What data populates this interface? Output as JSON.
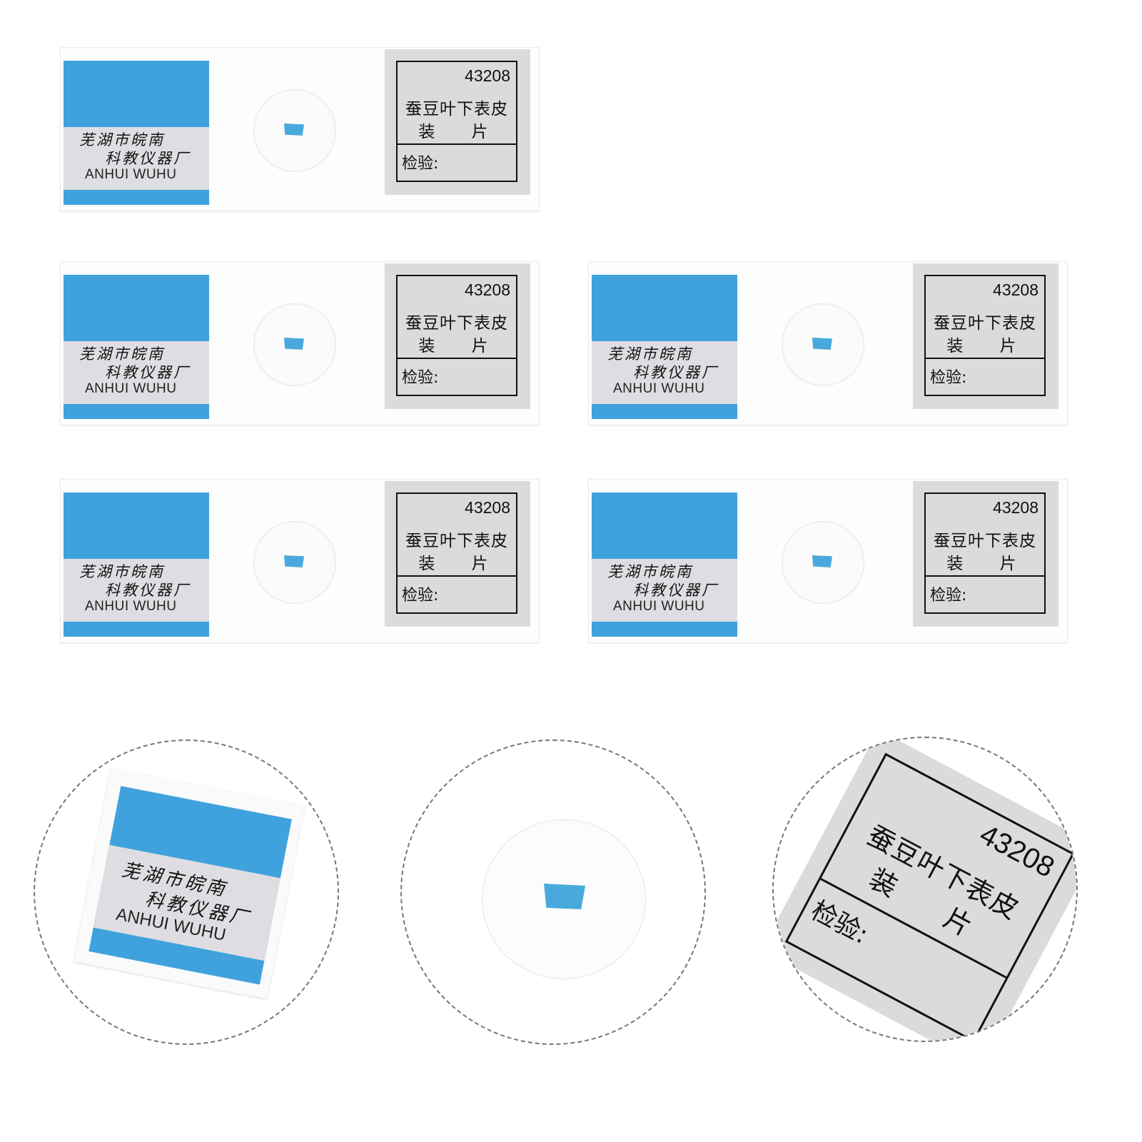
{
  "slides": [
    {
      "maker": {
        "cn_line1": "芜湖市皖南",
        "cn_line2": "科教仪器厂",
        "en": "ANHUI WUHU"
      },
      "info": {
        "code": "43208",
        "title": "蚕豆叶下表皮",
        "subtitle": "装 片",
        "check": "检验:"
      }
    },
    {
      "maker": {
        "cn_line1": "芜湖市皖南",
        "cn_line2": "科教仪器厂",
        "en": "ANHUI WUHU"
      },
      "info": {
        "code": "43208",
        "title": "蚕豆叶下表皮",
        "subtitle": "装 片",
        "check": "检验:"
      }
    },
    {
      "maker": {
        "cn_line1": "芜湖市皖南",
        "cn_line2": "科教仪器厂",
        "en": "ANHUI WUHU"
      },
      "info": {
        "code": "43208",
        "title": "蚕豆叶下表皮",
        "subtitle": "装 片",
        "check": "检验:"
      }
    },
    {
      "maker": {
        "cn_line1": "芜湖市皖南",
        "cn_line2": "科教仪器厂",
        "en": "ANHUI WUHU"
      },
      "info": {
        "code": "43208",
        "title": "蚕豆叶下表皮",
        "subtitle": "装 片",
        "check": "检验:"
      }
    },
    {
      "maker": {
        "cn_line1": "芜湖市皖南",
        "cn_line2": "科教仪器厂",
        "en": "ANHUI WUHU"
      },
      "info": {
        "code": "43208",
        "title": "蚕豆叶下表皮",
        "subtitle": "装 片",
        "check": "检验:"
      }
    }
  ],
  "details": {
    "maker_label": {
      "cn_line1": "芜湖市皖南",
      "cn_line2": "科教仪器厂",
      "en": "ANHUI WUHU"
    },
    "info_label": {
      "code": "43208",
      "title": "蚕豆叶下表皮",
      "subtitle": "装 片",
      "check": "检验:"
    }
  },
  "colors": {
    "label_blue": "#3fa2dd",
    "label_gray": "#dcdbdc",
    "zoom_border": "#777777"
  }
}
